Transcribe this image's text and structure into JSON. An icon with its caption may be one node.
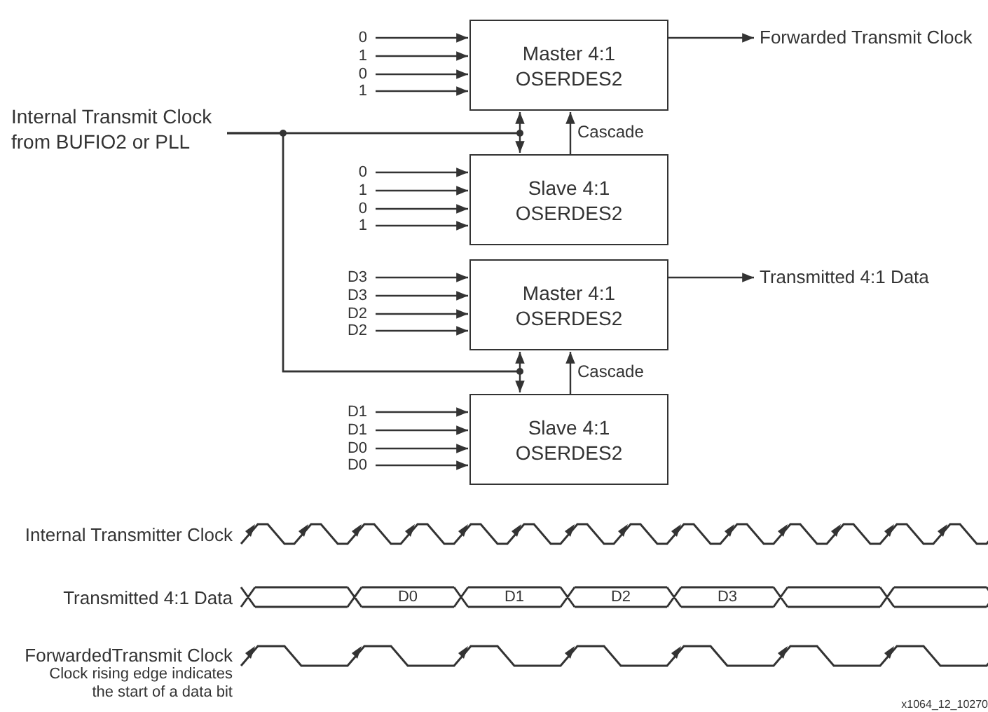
{
  "diagram": {
    "nodes": [
      {
        "text": [
          "Master 4:1 OSERDES2"
        ]
      },
      {
        "text": [
          "Slave 4:1 OSERDES2"
        ]
      },
      {
        "text": [
          "Master 4:1 OSERDES2"
        ]
      },
      {
        "text": [
          "Slave 4:1 OSERDES2"
        ]
      },
      {
        "text": [
          "Forwarded Transmit Clock"
        ]
      },
      {
        "text": [
          "Transmitted 4:1 Data"
        ]
      },
      {
        "text": [
          "Internal Transmit Clock from BUFIO2 or PLL"
        ]
      },
      {
        "text": [
          "0"
        ]
      },
      {
        "text": [
          "1"
        ]
      },
      {
        "text": [
          "0"
        ]
      },
      {
        "text": [
          "1"
        ]
      },
      {
        "text": [
          "0"
        ]
      },
      {
        "text": [
          "1"
        ]
      },
      {
        "text": [
          "0"
        ]
      },
      {
        "text": [
          "1"
        ]
      },
      {
        "text": [
          "D3"
        ]
      },
      {
        "text": [
          "D3"
        ]
      },
      {
        "text": [
          "D2"
        ]
      },
      {
        "text": [
          "D2"
        ]
      },
      {
        "text": [
          "D1"
        ]
      },
      {
        "text": [
          "D1"
        ]
      },
      {
        "text": [
          "D0"
        ]
      },
      {
        "text": [
          "D0"
        ]
      }
    ],
    "edges": [
      {
        "from": 7,
        "to": 0,
        "arrow": "to"
      },
      {
        "from": 8,
        "to": 0,
        "arrow": "to"
      },
      {
        "from": 9,
        "to": 0,
        "arrow": "to"
      },
      {
        "from": 10,
        "to": 0,
        "arrow": "to"
      },
      {
        "from": 11,
        "to": 1,
        "arrow": "to"
      },
      {
        "from": 12,
        "to": 1,
        "arrow": "to"
      },
      {
        "from": 13,
        "to": 1,
        "arrow": "to"
      },
      {
        "from": 14,
        "to": 1,
        "arrow": "to"
      },
      {
        "from": 15,
        "to": 2,
        "arrow": "to"
      },
      {
        "from": 16,
        "to": 2,
        "arrow": "to"
      },
      {
        "from": 17,
        "to": 2,
        "arrow": "to"
      },
      {
        "from": 18,
        "to": 2,
        "arrow": "to"
      },
      {
        "from": 19,
        "to": 3,
        "arrow": "to"
      },
      {
        "from": 20,
        "to": 3,
        "arrow": "to"
      },
      {
        "from": 21,
        "to": 3,
        "arrow": "to"
      },
      {
        "from": 22,
        "to": 3,
        "arrow": "to"
      },
      {
        "from": 0,
        "to": 4,
        "arrow": "to"
      },
      {
        "from": 2,
        "to": 5,
        "arrow": "to"
      },
      {
        "from": 6,
        "to": 0,
        "arrow": "to"
      },
      {
        "from": 6,
        "to": 1,
        "arrow": "to"
      },
      {
        "from": 6,
        "to": 2,
        "arrow": "to"
      },
      {
        "from": 6,
        "to": 3,
        "arrow": "to"
      },
      {
        "from": 1,
        "to": 0,
        "arrow": "to",
        "label": "Cascade"
      },
      {
        "from": 3,
        "to": 2,
        "arrow": "to",
        "label": "Cascade"
      }
    ],
    "labels": [
      "Internal Transmitter Clock",
      "Transmitted 4:1 Data",
      "D0",
      "D1",
      "D2",
      "D3",
      "ForwardedTransmit Clock",
      "Clock rising edge indicates the start of a data bit",
      "x1064_12_10270"
    ]
  }
}
